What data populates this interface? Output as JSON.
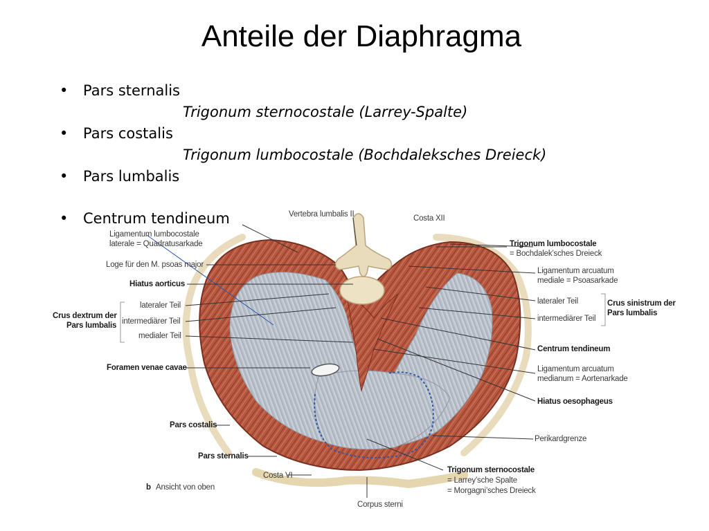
{
  "slide": {
    "title": "Anteile der Diaphragma",
    "bullets": [
      {
        "text": "Pars sternalis",
        "sub": "Trigonum sternocostale (Larrey-Spalte)"
      },
      {
        "text": "Pars costalis",
        "sub": "Trigonum lumbocostale (Bochdaleksches Dreieck)"
      },
      {
        "text": "Pars lumbalis",
        "sub": ""
      },
      {
        "text": "Centrum tendineum",
        "sub": ""
      }
    ],
    "bullet_glyph": "•"
  },
  "figure": {
    "top": {
      "vertebra": "Vertebra lumbalis II",
      "costa12": "Costa XII"
    },
    "left": {
      "lig_lumbocostale_1": "Ligamentum lumbocostale",
      "lig_lumbocostale_2": "laterale = Quadratusarkade",
      "loge_psoas": "Loge für den M. psoas major",
      "hiatus_aorticus": "Hiatus aorticus",
      "crus_dextrum_1": "Crus dextrum der",
      "crus_dextrum_2": "Pars lumbalis",
      "lateraler": "lateraler Teil",
      "intermediaer": "intermediärer Teil",
      "medialer": "medialer Teil",
      "foramen": "Foramen venae cavae",
      "pars_costalis": "Pars costalis",
      "pars_sternalis": "Pars sternalis",
      "ansicht_b": "b",
      "ansicht": "Ansicht von oben"
    },
    "right": {
      "trig_lumbo_1": "Trigonum lumbocostale",
      "trig_lumbo_2": "= Bochdalek’sches Dreieck",
      "lig_arc_med_1": "Ligamentum arcuatum",
      "lig_arc_med_2": "mediale = Psoasarkade",
      "lateraler": "lateraler Teil",
      "intermediaer": "intermediärer Teil",
      "crus_sin_1": "Crus sinistrum der",
      "crus_sin_2": "Pars lumbalis",
      "centrum": "Centrum tendineum",
      "lig_arc_median_1": "Ligamentum arcuatum",
      "lig_arc_median_2": "medianum = Aortenarkade",
      "hiatus_oeso": "Hiatus oesophageus",
      "perikard": "Perikardgrenze"
    },
    "bottom": {
      "costa6": "Costa VI",
      "trig_sterno_1": "Trigonum sternocostale",
      "trig_sterno_2": "= Larrey’sche Spalte",
      "trig_sterno_3": "= Morgagni’sches Dreieck",
      "corpus": "Corpus sterni"
    },
    "colors": {
      "muscle": "#b8573f",
      "muscle_dark": "#8e3a28",
      "tendon": "#b9c1cb",
      "bone": "#e9dcbc",
      "leader": "#333333",
      "pericardium_line": "#2f56a8"
    }
  }
}
